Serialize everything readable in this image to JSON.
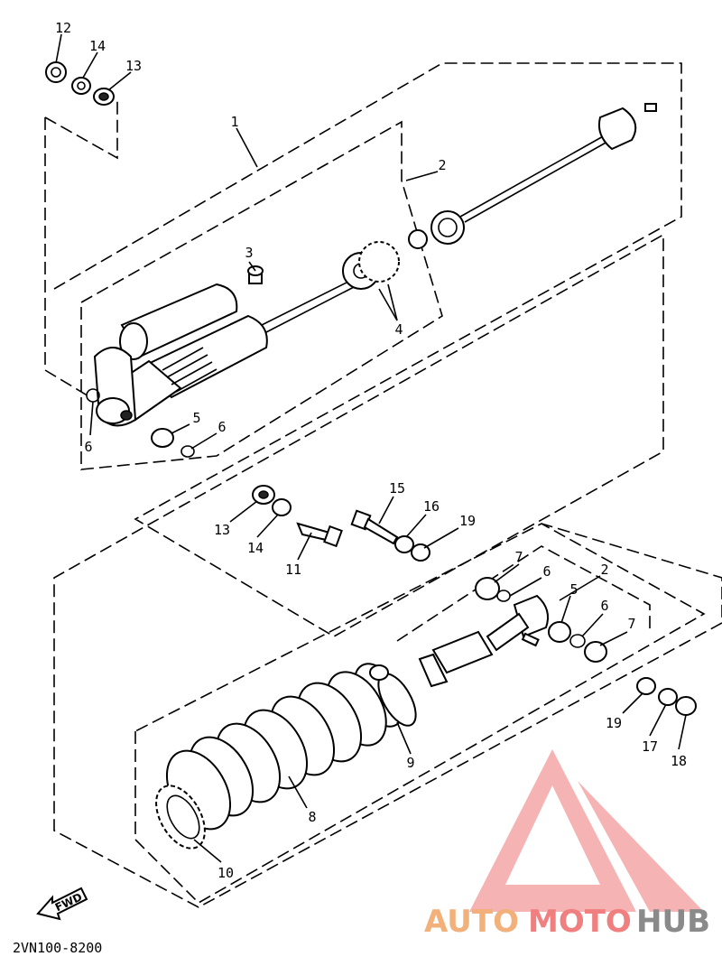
{
  "diagram_code": "2VN100-8200",
  "fwd_label": "FWD",
  "watermark": {
    "part1": "AUTO",
    "part2": "MOTO",
    "part3": "HUB",
    "color_orange": "#f2b07a",
    "color_red": "#f08080",
    "color_gray": "#8a8a8a"
  },
  "callouts": {
    "c12": "12",
    "c14a": "14",
    "c13a": "13",
    "c1": "1",
    "c2a": "2",
    "c3": "3",
    "c4": "4",
    "c5a": "5",
    "c6a": "6",
    "c6b": "6",
    "c13b": "13",
    "c14b": "14",
    "c11": "11",
    "c15": "15",
    "c16": "16",
    "c19a": "19",
    "c7a": "7",
    "c6c": "6",
    "c2b": "2",
    "c5b": "5",
    "c6d": "6",
    "c7b": "7",
    "c9": "9",
    "c8": "8",
    "c10": "10",
    "c19b": "19",
    "c17": "17",
    "c18": "18"
  }
}
